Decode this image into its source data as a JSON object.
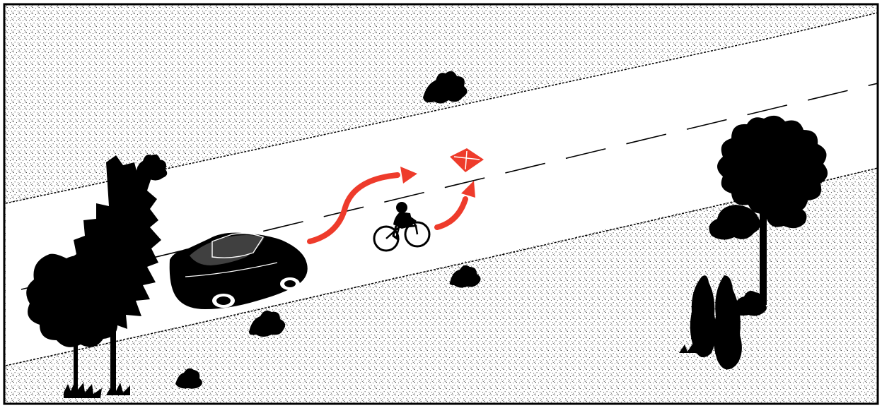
{
  "colors": {
    "paper": "#ffffff",
    "ink": "#000000",
    "accent": "#ee3b2b"
  },
  "illustration": {
    "subjects": [
      "road",
      "center-dashed-line",
      "car",
      "cyclist",
      "car-passing-path-arrow",
      "cyclist-path-arrow",
      "collision-burst",
      "roadside-trees",
      "roadside-shrubs",
      "stippled-grass-verges"
    ]
  }
}
